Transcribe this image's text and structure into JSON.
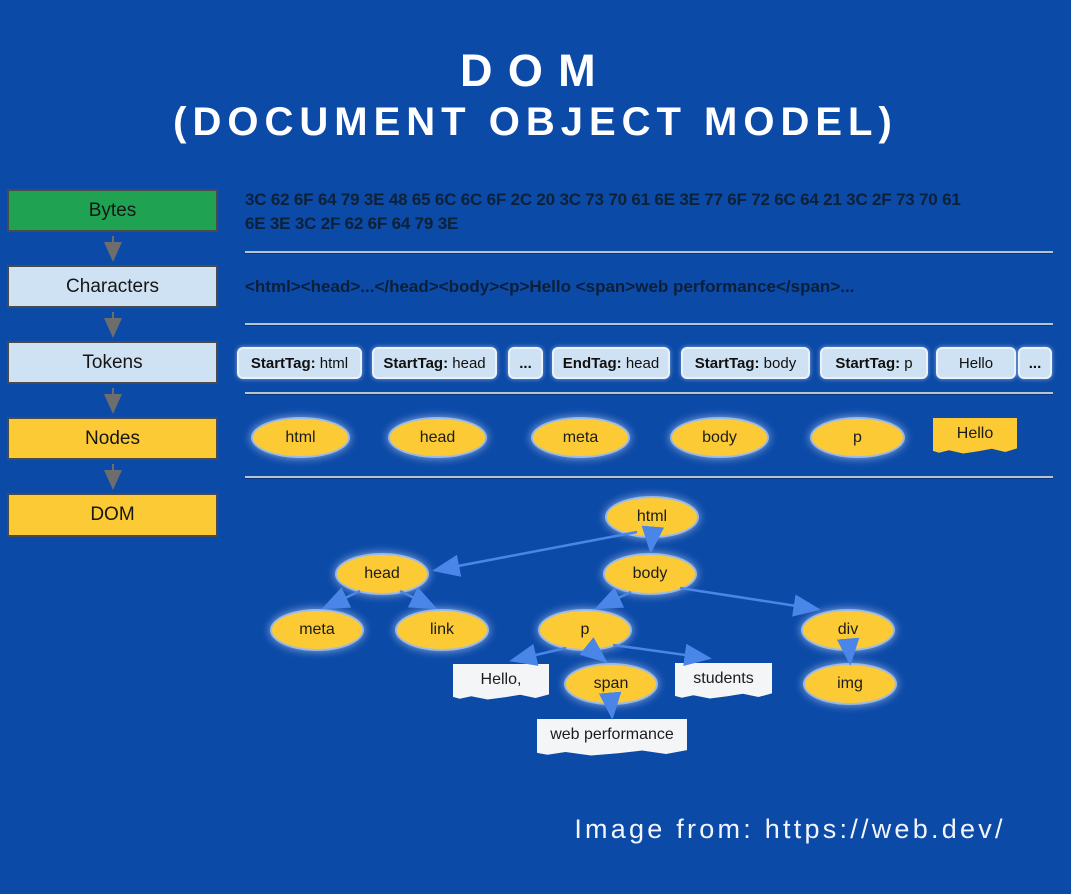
{
  "title": {
    "line1": "DOM",
    "line2": "(DOCUMENT OBJECT MODEL)"
  },
  "pipeline": {
    "stages": [
      {
        "label": "Bytes"
      },
      {
        "label": "Characters"
      },
      {
        "label": "Tokens"
      },
      {
        "label": "Nodes"
      },
      {
        "label": "DOM"
      }
    ]
  },
  "bytes_row": {
    "line1": "3C 62 6F 64 79 3E 48 65 6C 6C 6F 2C 20 3C 73 70 61 6E 3E 77 6F 72 6C 64 21 3C 2F 73 70 61",
    "line2": "6E 3E 3C 2F 62 6F 64 79 3E"
  },
  "characters_row": {
    "text": "<html><head>...</head><body><p>Hello <span>web performance</span>..."
  },
  "tokens_row": [
    {
      "bold": "StartTag:",
      "rest": " html"
    },
    {
      "bold": "StartTag:",
      "rest": " head"
    },
    {
      "bold": "...",
      "rest": ""
    },
    {
      "bold": "EndTag:",
      "rest": " head"
    },
    {
      "bold": "StartTag:",
      "rest": " body"
    },
    {
      "bold": "StartTag:",
      "rest": " p"
    },
    {
      "bold": "",
      "rest": "Hello"
    },
    {
      "bold": "...",
      "rest": ""
    }
  ],
  "nodes_row": {
    "ellipses": [
      "html",
      "head",
      "meta",
      "body",
      "p"
    ],
    "text_node": "Hello"
  },
  "dom_tree": {
    "html": "html",
    "head": "head",
    "body": "body",
    "meta": "meta",
    "link": "link",
    "p": "p",
    "div": "div",
    "span": "span",
    "img": "img",
    "text_hello": "Hello,",
    "text_students": "students",
    "text_webperf": "web performance"
  },
  "footer": {
    "credit": "Image from: https://web.dev/"
  },
  "colors": {
    "background": "#0c4aa8",
    "bytes_green": "#1fa352",
    "light_blue_box": "#cfe2f3",
    "yellow_node": "#fcca35",
    "tree_arrow": "#4a86e8",
    "pipeline_arrow": "#6d6d6d",
    "separator": "#b7c3cf",
    "title_text": "#ffffff",
    "dark_text": "#0d2137"
  }
}
